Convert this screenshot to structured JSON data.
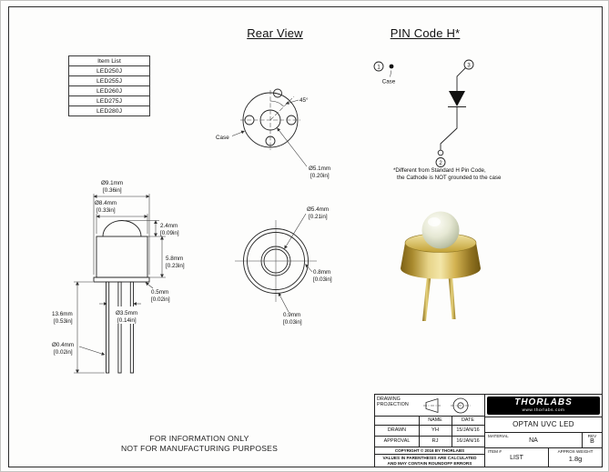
{
  "item_list": {
    "header": "Item List",
    "items": [
      "LED250J",
      "LED255J",
      "LED260J",
      "LED275J",
      "LED280J"
    ]
  },
  "rear_view": {
    "title": "Rear View",
    "angle": "45°",
    "case_label": "Case",
    "dia_mm": "Ø5.1mm",
    "dia_in": "[0.20in]"
  },
  "pin_code": {
    "title": "PIN Code H*",
    "pin1": "1",
    "pin2": "2",
    "pin3": "3",
    "case_label": "Case",
    "footnote1": "*Different from Standard H Pin Code,",
    "footnote2": "the Cathode is NOT grounded to the case"
  },
  "side_view": {
    "flange_dia_mm": "Ø9.1mm",
    "flange_dia_in": "[0.36in]",
    "cap_dia_mm": "Ø8.4mm",
    "cap_dia_in": "[0.33in]",
    "lens_height_mm": "2.4mm",
    "lens_height_in": "[0.09in]",
    "cap_height_mm": "5.8mm",
    "cap_height_in": "[0.23in]",
    "flange_thickness_mm": "0.5mm",
    "flange_thickness_in": "[0.02in]",
    "lead_length_mm": "13.6mm",
    "lead_length_in": "[0.53in]",
    "lead_dia_mm": "Ø0.4mm",
    "lead_dia_in": "[0.02in]",
    "pin_circle_mm": "Ø3.5mm",
    "pin_circle_in": "[0.14in]"
  },
  "top_view": {
    "lens_dia_mm": "Ø5.4mm",
    "lens_dia_in": "[0.21in]",
    "rim_mm": "0.8mm",
    "rim_in": "[0.03in]",
    "edge_mm": "0.9mm",
    "edge_in": "[0.03in]"
  },
  "footer": {
    "line1": "FOR INFORMATION ONLY",
    "line2": "NOT FOR MANUFACTURING PURPOSES"
  },
  "title_block": {
    "projection_label": "DRAWING PROJECTION",
    "name_header": "NAME",
    "date_header": "DATE",
    "drawn_label": "DRAWN",
    "drawn_name": "YH",
    "drawn_date": "15/JAN/16",
    "approval_label": "APPROVAL",
    "approval_name": "RJ",
    "approval_date": "16/JAN/16",
    "copyright": "COPYRIGHT © 2016 BY THORLABS",
    "values_note1": "VALUES IN PARENTHESIS ARE CALCULATED",
    "values_note2": "AND MAY CONTAIN ROUNDOFF ERRORS",
    "logo_text": "THORLABS",
    "logo_url": "www.thorlabs.com",
    "product_title": "OPTAN UVC LED",
    "material_label": "MATERIAL",
    "material_value": "NA",
    "rev_label": "REV",
    "rev_value": "B",
    "item_label": "ITEM #",
    "item_value": "LIST",
    "weight_label": "APPROX WEIGHT",
    "weight_value": "1.8g"
  },
  "colors": {
    "line_ink": "#222222",
    "led_gold": "#c9a632",
    "lens_gray": "#d9ddc6",
    "logo_bg": "#000000"
  }
}
